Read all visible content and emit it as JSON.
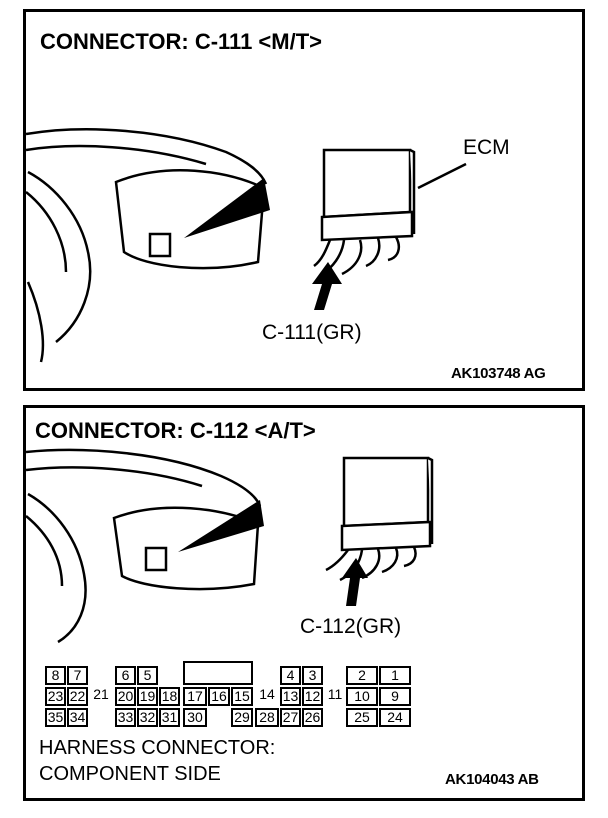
{
  "panel1": {
    "title": "CONNECTOR: C-111 <M/T>",
    "ecm_label": "ECM",
    "connector_label": "C-111(GR)",
    "code": "AK103748 AG"
  },
  "panel2": {
    "title": "CONNECTOR: C-112 <A/T>",
    "connector_label": "C-112(GR)",
    "footer_line1": "HARNESS CONNECTOR:",
    "footer_line2": "COMPONENT SIDE",
    "code": "AK104043 AB",
    "pins": {
      "row1": [
        "8",
        "7",
        "",
        "6",
        "5",
        "",
        "",
        "",
        "4",
        "3",
        "",
        "2",
        "1"
      ],
      "row2": [
        "23",
        "22",
        "21",
        "20",
        "19",
        "18",
        "17",
        "16",
        "15",
        "14",
        "13",
        "12",
        "11",
        "10",
        "9"
      ],
      "row3": [
        "35",
        "34",
        "",
        "33",
        "32",
        "31",
        "30",
        "",
        "29",
        "28",
        "27",
        "26",
        "",
        "25",
        "24"
      ]
    }
  }
}
